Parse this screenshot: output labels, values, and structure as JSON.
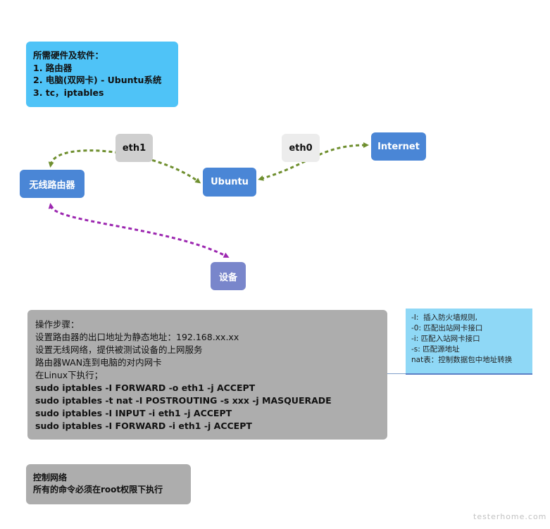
{
  "requirements": {
    "lines": [
      "所需硬件及软件：",
      "1. 路由器",
      "2. 电脑(双网卡) - Ubuntu系统",
      "3. tc，iptables"
    ]
  },
  "nodes": {
    "router": "无线路由器",
    "ubuntu": "Ubuntu",
    "internet": "Internet",
    "device": "设备"
  },
  "edge_labels": {
    "eth1": "eth1",
    "eth0": "eth0"
  },
  "steps": {
    "lines": [
      "操作步骤：",
      "设置路由器的出口地址为静态地址：192.168.xx.xx",
      "设置无线网络，提供被测试设备的上网服务",
      "路由器WAN连到电脑的对内网卡",
      "在Linux下执行；",
      "sudo iptables -I FORWARD -o eth1 -j ACCEPT",
      "sudo iptables -t nat -I POSTROUTING -s xxx -j MASQUERADE",
      "sudo iptables -I INPUT -i eth1 -j ACCEPT",
      "sudo iptables -I FORWARD -i eth1 -j ACCEPT"
    ]
  },
  "notes": {
    "lines": [
      "-I:  插入防火墙规则,",
      "-0: 匹配出站网卡接口",
      "-i: 匹配入站网卡接口",
      "-s: 匹配源地址",
      "nat表：控制数据包中地址转换"
    ]
  },
  "control": {
    "lines": [
      "控制网络",
      "所有的命令必须在root权限下执行"
    ]
  },
  "colors": {
    "node_blue": "#4a86d6",
    "device_purple": "#7986cb",
    "arrow_green": "#6f8f2f",
    "arrow_purple": "#9c27b0"
  },
  "watermark": "testerhome.com"
}
